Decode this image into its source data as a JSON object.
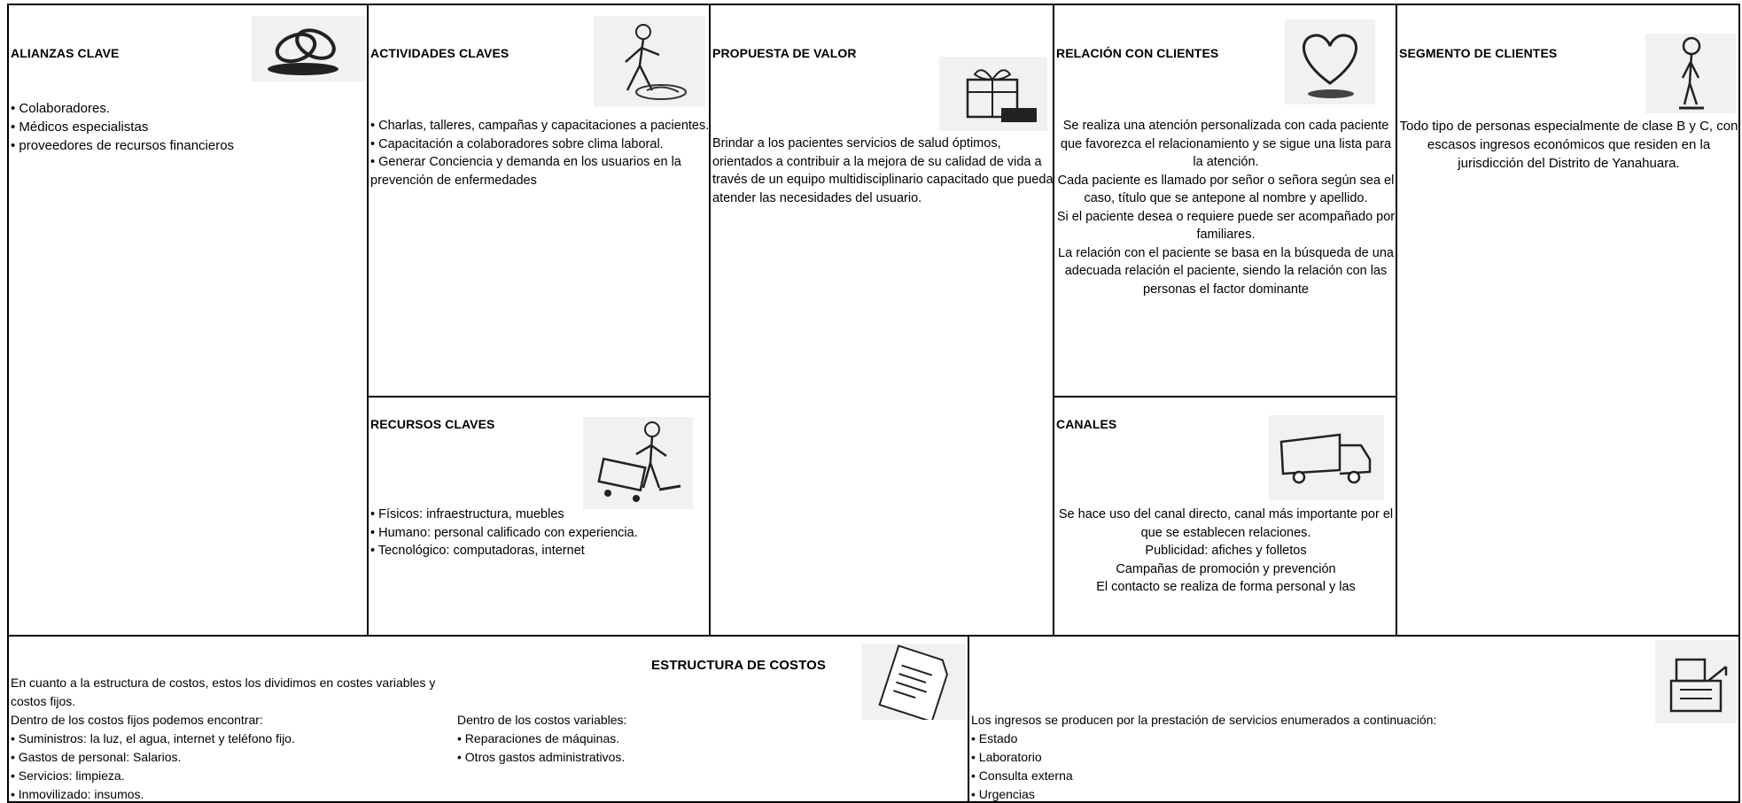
{
  "alianzas": {
    "title": "ALIANZAS CLAVE",
    "items": [
      "Colaboradores.",
      "Médicos especialistas",
      "proveedores de recursos financieros"
    ]
  },
  "actividades": {
    "title": "ACTIVIDADES CLAVES",
    "items": [
      "Charlas, talleres, campañas y capacitaciones a pacientes.",
      "Capacitación a colaboradores sobre clima laboral.",
      "Generar Conciencia y demanda en los usuarios en la prevención de enfermedades"
    ]
  },
  "propuesta": {
    "title": "PROPUESTA DE VALOR",
    "text": "Brindar a los pacientes servicios de salud óptimos, orientados a contribuir a la mejora de su calidad de vida a través de un equipo multidisciplinario capacitado que pueda atender las necesidades del usuario."
  },
  "relacion": {
    "title": "RELACIÓN CON CLIENTES",
    "lines": [
      "Se realiza una atención personalizada con cada paciente que favorezca el relacionamiento y se sigue una lista para la atención.",
      "Cada paciente es llamado por señor o señora según sea el caso, título que se antepone al nombre y apellido.",
      "Si el paciente desea o requiere puede ser acompañado por familiares.",
      "La relación con el paciente se basa en la búsqueda de una adecuada relación el paciente, siendo la relación con las personas el factor dominante"
    ]
  },
  "segmento": {
    "title": "SEGMENTO DE CLIENTES",
    "text": "Todo tipo de personas especialmente de clase B y C, con escasos ingresos económicos que residen en la jurisdicción del Distrito de Yanahuara."
  },
  "recursos": {
    "title": "RECURSOS CLAVES",
    "items": [
      "Físicos: infraestructura, muebles",
      "Humano: personal calificado con experiencia.",
      "Tecnológico: computadoras, internet"
    ]
  },
  "canales": {
    "title": "CANALES",
    "lines": [
      "Se hace uso del canal directo, canal más importante por el que se establecen relaciones.",
      "Publicidad: afiches y folletos",
      "Campañas de promoción y prevención",
      "El contacto se realiza de forma personal y las"
    ]
  },
  "costos": {
    "title": "ESTRUCTURA DE COSTOS",
    "intro": "En cuanto a la estructura de costos, estos los dividimos en costes variables y costos fijos.",
    "fijos_heading": "Dentro de los costos fijos podemos encontrar:",
    "fijos": [
      "Suministros: la luz, el agua, internet y teléfono fijo.",
      "Gastos de personal: Salarios.",
      "Servicios: limpieza.",
      "Inmovilizado: insumos."
    ],
    "variables_heading": "Dentro de los costos variables:",
    "variables": [
      "Reparaciones de máquinas.",
      "Otros gastos administrativos."
    ]
  },
  "ingresos": {
    "title": "INGRESOS",
    "intro": "Los ingresos se producen por la prestación de servicios enumerados a continuación:",
    "items": [
      "Estado",
      "Laboratorio",
      "Consulta externa",
      "Urgencias"
    ]
  },
  "icons": {
    "alianzas": "chain-links-icon",
    "actividades": "worker-icon",
    "propuesta": "gift-icon",
    "relacion": "heart-icon",
    "segmento": "person-icon",
    "recursos": "person-with-cart-icon",
    "canales": "truck-icon",
    "costos": "receipt-icon",
    "ingresos": "cash-register-icon"
  }
}
